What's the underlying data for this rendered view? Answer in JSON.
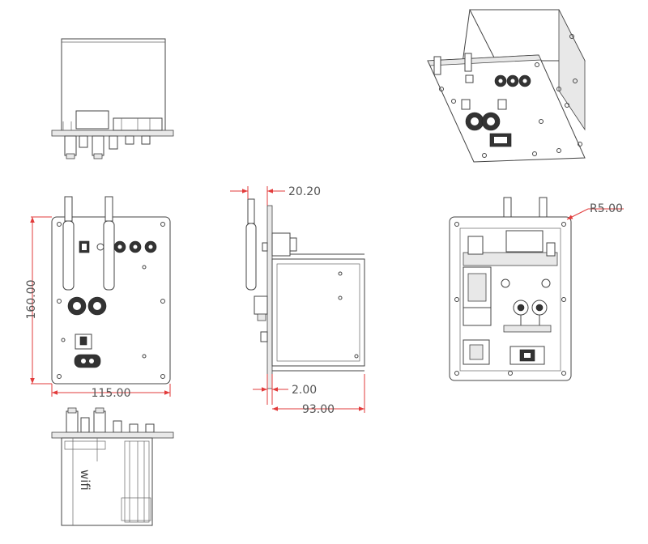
{
  "dimensions": {
    "height": "160.00",
    "width": "115.00",
    "antenna_offset": "20.20",
    "plate_thickness": "2.00",
    "depth": "93.00",
    "corner_radius": "R5.00"
  },
  "labels": {
    "wifi": "wifi"
  },
  "colors": {
    "dimension_line": "#e23b3b",
    "outline": "#444444"
  }
}
